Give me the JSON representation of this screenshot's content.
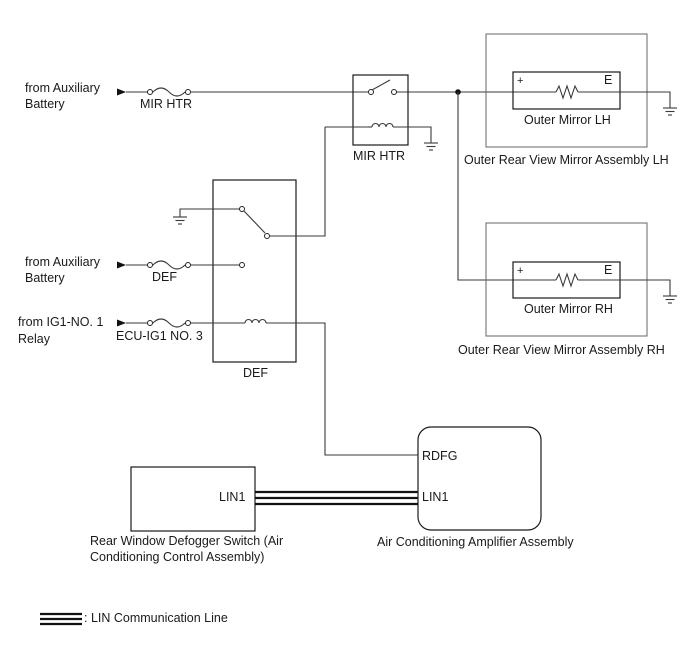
{
  "sources": {
    "aux_battery_1": [
      "from Auxiliary",
      "Battery"
    ],
    "aux_battery_2": [
      "from Auxiliary",
      "Battery"
    ],
    "ig1_relay": [
      "from IG1-NO. 1",
      "Relay"
    ]
  },
  "fuses": {
    "mir_htr": "MIR HTR",
    "def": "DEF",
    "ecu_ig1": "ECU-IG1 NO. 3"
  },
  "relays": {
    "mir_htr": "MIR HTR",
    "def": "DEF"
  },
  "mirrors": {
    "lh": {
      "heater_label": "Outer Mirror LH",
      "assembly_label": "Outer Rear View Mirror Assembly LH",
      "plus": "+",
      "ground": "E"
    },
    "rh": {
      "heater_label": "Outer Mirror RH",
      "assembly_label": "Outer Rear View Mirror Assembly RH",
      "plus": "+",
      "ground": "E"
    }
  },
  "switch": {
    "pin": "LIN1",
    "label": [
      "Rear Window Defogger Switch (Air",
      "Conditioning Control Assembly)"
    ]
  },
  "amplifier": {
    "pin_rdfg": "RDFG",
    "pin_lin": "LIN1",
    "label": "Air Conditioning Amplifier Assembly"
  },
  "legend": {
    "label": ": LIN Communication Line"
  }
}
